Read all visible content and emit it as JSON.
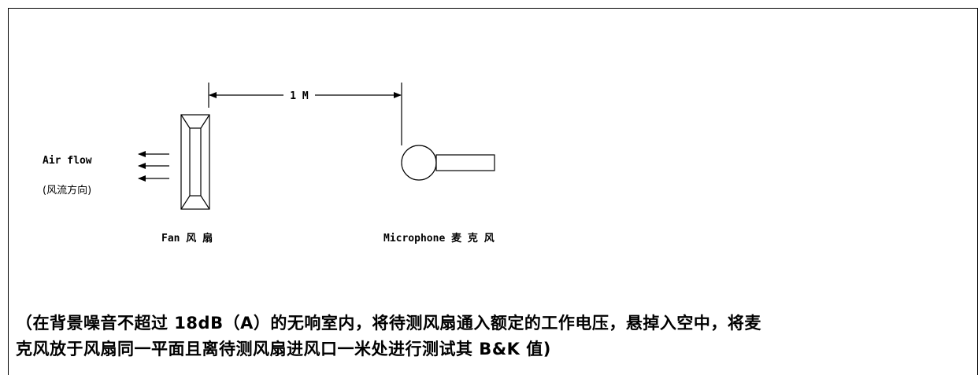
{
  "labels": {
    "distance": "1 M",
    "airflow": "Air flow",
    "airflow_cn": "(风流方向)",
    "fan": "Fan 风 扇",
    "microphone": "Microphone 麦 克 风"
  },
  "note": {
    "line1": "（在背景噪音不超过 18dB（A）的无响室内，将待测风扇通入额定的工作电压，悬掉入空中，将麦",
    "line2": "克风放于风扇同一平面且离待测风扇进风口一米处进行测试其 B&K 值)"
  }
}
